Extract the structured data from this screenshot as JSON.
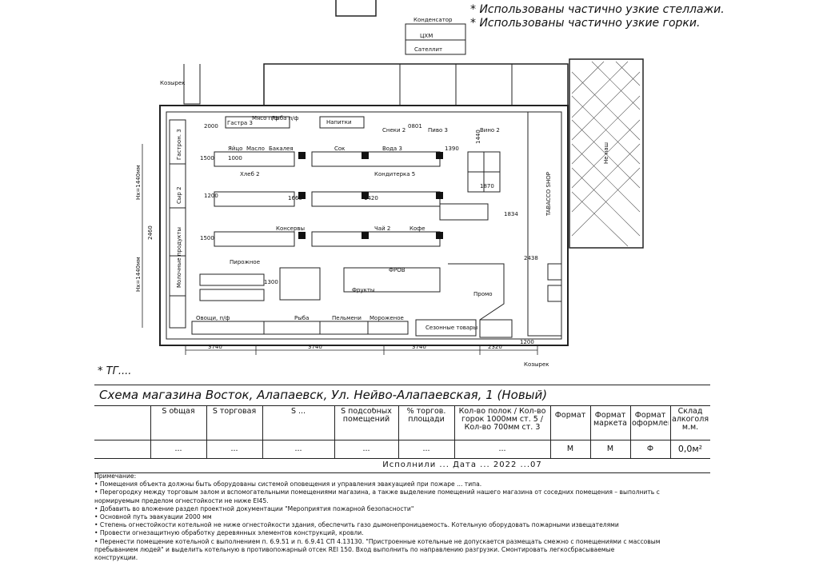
{
  "notes_top": [
    "* Использованы частично узкие стеллажи.",
    "* Использованы частично узкие горки."
  ],
  "plan": {
    "outside": [
      "Конденсатор",
      "ЦХМ",
      "Сателлит",
      "Козырек",
      "Козырек",
      "Не наш"
    ],
    "sections": [
      "Гастра 3",
      "Мясо п/ф",
      "Рыба п/ф",
      "Напитки",
      "Овощи, п/ф",
      "Рыба",
      "Пельмени",
      "Мороженое",
      "Сезонные товары",
      "Гастрон. 3",
      "Сыр 2",
      "Молочные продукты",
      "Сок",
      "Вода 3",
      "Кондитерка 5",
      "Чай 2",
      "Кофе",
      "Пиво 3",
      "Вино 2",
      "Снеки 2",
      "Фрукты",
      "Хлеб 2",
      "Яйцо",
      "Масло",
      "Бакалея",
      "Консервы",
      "Пирожное",
      "ФРОВ",
      "Промо",
      "TABACCO SHOP"
    ],
    "dims": [
      "2000",
      "0801",
      "1390",
      "1440",
      "1500",
      "1000",
      "1500",
      "1200",
      "1660",
      "1420",
      "1870",
      "1834",
      "2460",
      "Hx=1440мм",
      "Hx=1440мм",
      "3740",
      "3740",
      "3740",
      "2320",
      "2438",
      "1300",
      "1200"
    ]
  },
  "title_block": {
    "corner": "* ТГ....",
    "title": "Схема магазина   Восток, Алапаевск, Ул. Нейво-Алапаевская, 1 (Новый)",
    "headers": [
      "S общая",
      "S торговая",
      "S ...",
      "S подсобных помещений",
      "% торгов. площади",
      "Кол-во полок / Кол-во горок 1000мм ст. 5 / Кол-во 700мм ст. 3",
      "Формат",
      "Формат маркета",
      "Формат оформления",
      "Склад алкоголя м.м."
    ],
    "values": [
      "...",
      "...",
      "...",
      "...",
      "...",
      "...",
      "М",
      "М",
      "Ф",
      "0,0м²"
    ],
    "footer": "Исполнили ... Дата ...  2022 ...07"
  },
  "notes": [
    "Примечание:",
    "• Помещения объекта должны быть оборудованы системой оповещения и управления эвакуацией при пожаре ... типа.",
    "• Перегородку между торговым залом и вспомогательными помещениями магазина, а также выделение помещений нашего магазина от соседних помещения – выполнить с",
    "нормируемым пределом огнестойкости не ниже EI45.",
    "• Добавить во вложение раздел проектной документации \"Мероприятия пожарной безопасности\"",
    "• Основной путь эвакуации 2000 мм",
    "• Степень огнестойкости котельной не ниже огнестойкости здания, обеспечить газо дымонепроницаемость. Котельную оборудовать пожарными извещателями",
    "• Провести огнезащитную обработку деревянных элементов конструкций, кровли.",
    "• Перенести помещение котельной с выполнением п. 6.9.51 и п. 6.9.41 СП 4.13130. \"Пристроенные котельные не допускается размещать смежно с помещениями с массовым",
    "пребыванием людей\" и выделить котельную в противопожарный отсек REI 150. Вход выполнить по направлению разгрузки. Смонтировать легкосбрасываемые",
    "конструкции."
  ]
}
